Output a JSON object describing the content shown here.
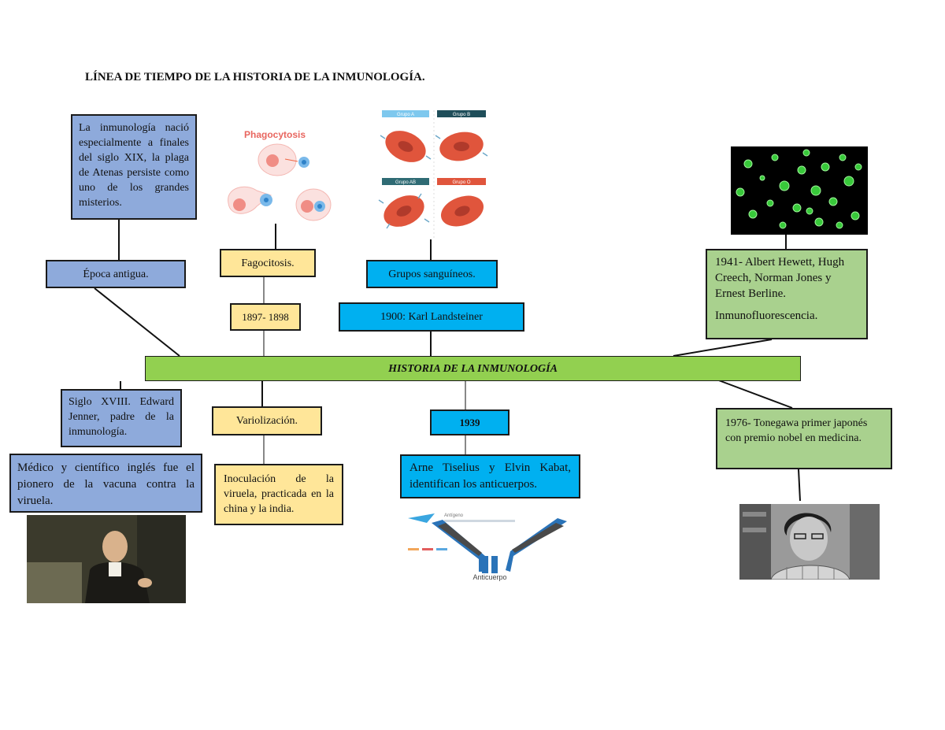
{
  "title": "LÍNEA DE TIEMPO DE LA HISTORIA DE LA INMUNOLOGÍA.",
  "timeline": {
    "label": "HISTORIA DE LA INMUNOLOGÍA",
    "color": "#92d050"
  },
  "colors": {
    "blue": "#8eaadb",
    "yellow": "#ffe699",
    "cyan": "#00b0f0",
    "green": "#a9d18e"
  },
  "top": {
    "antigua_desc": "La inmunología nació especialmente a finales del siglo XIX, la plaga de Atenas persiste como uno de los grandes misterios.",
    "antigua_label": "Época antigua.",
    "fago_label": "Fagocitosis.",
    "fago_year": "1897- 1898",
    "fago_image_title": "Phagocytosis",
    "grupos_label": "Grupos sanguíneos.",
    "grupos_year": "1900: Karl Landsteiner",
    "grupos_image_labels": [
      "Grupo A",
      "Grupo B",
      "Grupo AB",
      "Grupo O"
    ],
    "inmuno_line1": "1941- Albert Hewett, Hugh Creech, Norman Jones y Ernest Berline.",
    "inmuno_line2": "Inmunofluorescencia."
  },
  "bottom": {
    "jenner_label": "Siglo XVIII. Edward Jenner, padre de la inmunología.",
    "jenner_desc": "Médico y científico inglés fue el pionero de la vacuna contra la viruela.",
    "variol_label": "Variolización.",
    "variol_desc": "Inoculación de la viruela, practicada en la china y la india.",
    "year_1939": "1939",
    "tiselius_desc": "Arne Tiselius y Elvin Kabat, identifican los anticuerpos.",
    "antibody_caption": "Anticuerpo",
    "antibody_small": "Antígeno",
    "tonegawa_desc": "1976- Tonegawa primer japonés con premio nobel en medicina."
  }
}
